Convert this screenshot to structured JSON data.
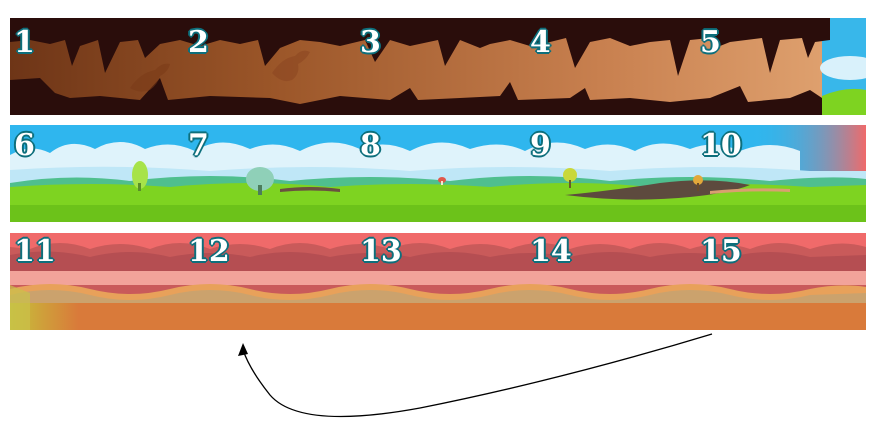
{
  "colors": {
    "cave_dark": "#2a0d0b",
    "cave_light": "#d9935f",
    "sky": "#2fb6ee",
    "grass": "#7ed321",
    "red_sky": "#c95a5a",
    "sand": "#d97a3a",
    "label_outline": "#0d6f7c"
  },
  "segments": [
    {
      "label": "1",
      "zone": "cave",
      "icon": "stalactite-icon"
    },
    {
      "label": "2",
      "zone": "cave",
      "icon": "dinosaur-silhouette-icon"
    },
    {
      "label": "3",
      "zone": "cave",
      "icon": "stalactite-icon"
    },
    {
      "label": "4",
      "zone": "cave",
      "icon": "stalactite-icon"
    },
    {
      "label": "5",
      "zone": "cave",
      "icon": "cave-exit-icon"
    },
    {
      "label": "6",
      "zone": "meadow",
      "icon": "cloud-icon"
    },
    {
      "label": "7",
      "zone": "meadow",
      "icon": "tree-icon"
    },
    {
      "label": "8",
      "zone": "meadow",
      "icon": "mushroom-icon"
    },
    {
      "label": "9",
      "zone": "meadow",
      "icon": "tree-icon"
    },
    {
      "label": "10",
      "zone": "meadow",
      "icon": "red-cloud-icon"
    },
    {
      "label": "11",
      "zone": "desert",
      "icon": "red-cloud-icon"
    },
    {
      "label": "12",
      "zone": "desert",
      "icon": "dune-icon"
    },
    {
      "label": "13",
      "zone": "desert",
      "icon": "dune-icon"
    },
    {
      "label": "14",
      "zone": "desert",
      "icon": "dune-icon"
    },
    {
      "label": "15",
      "zone": "desert",
      "icon": "dune-icon"
    }
  ]
}
